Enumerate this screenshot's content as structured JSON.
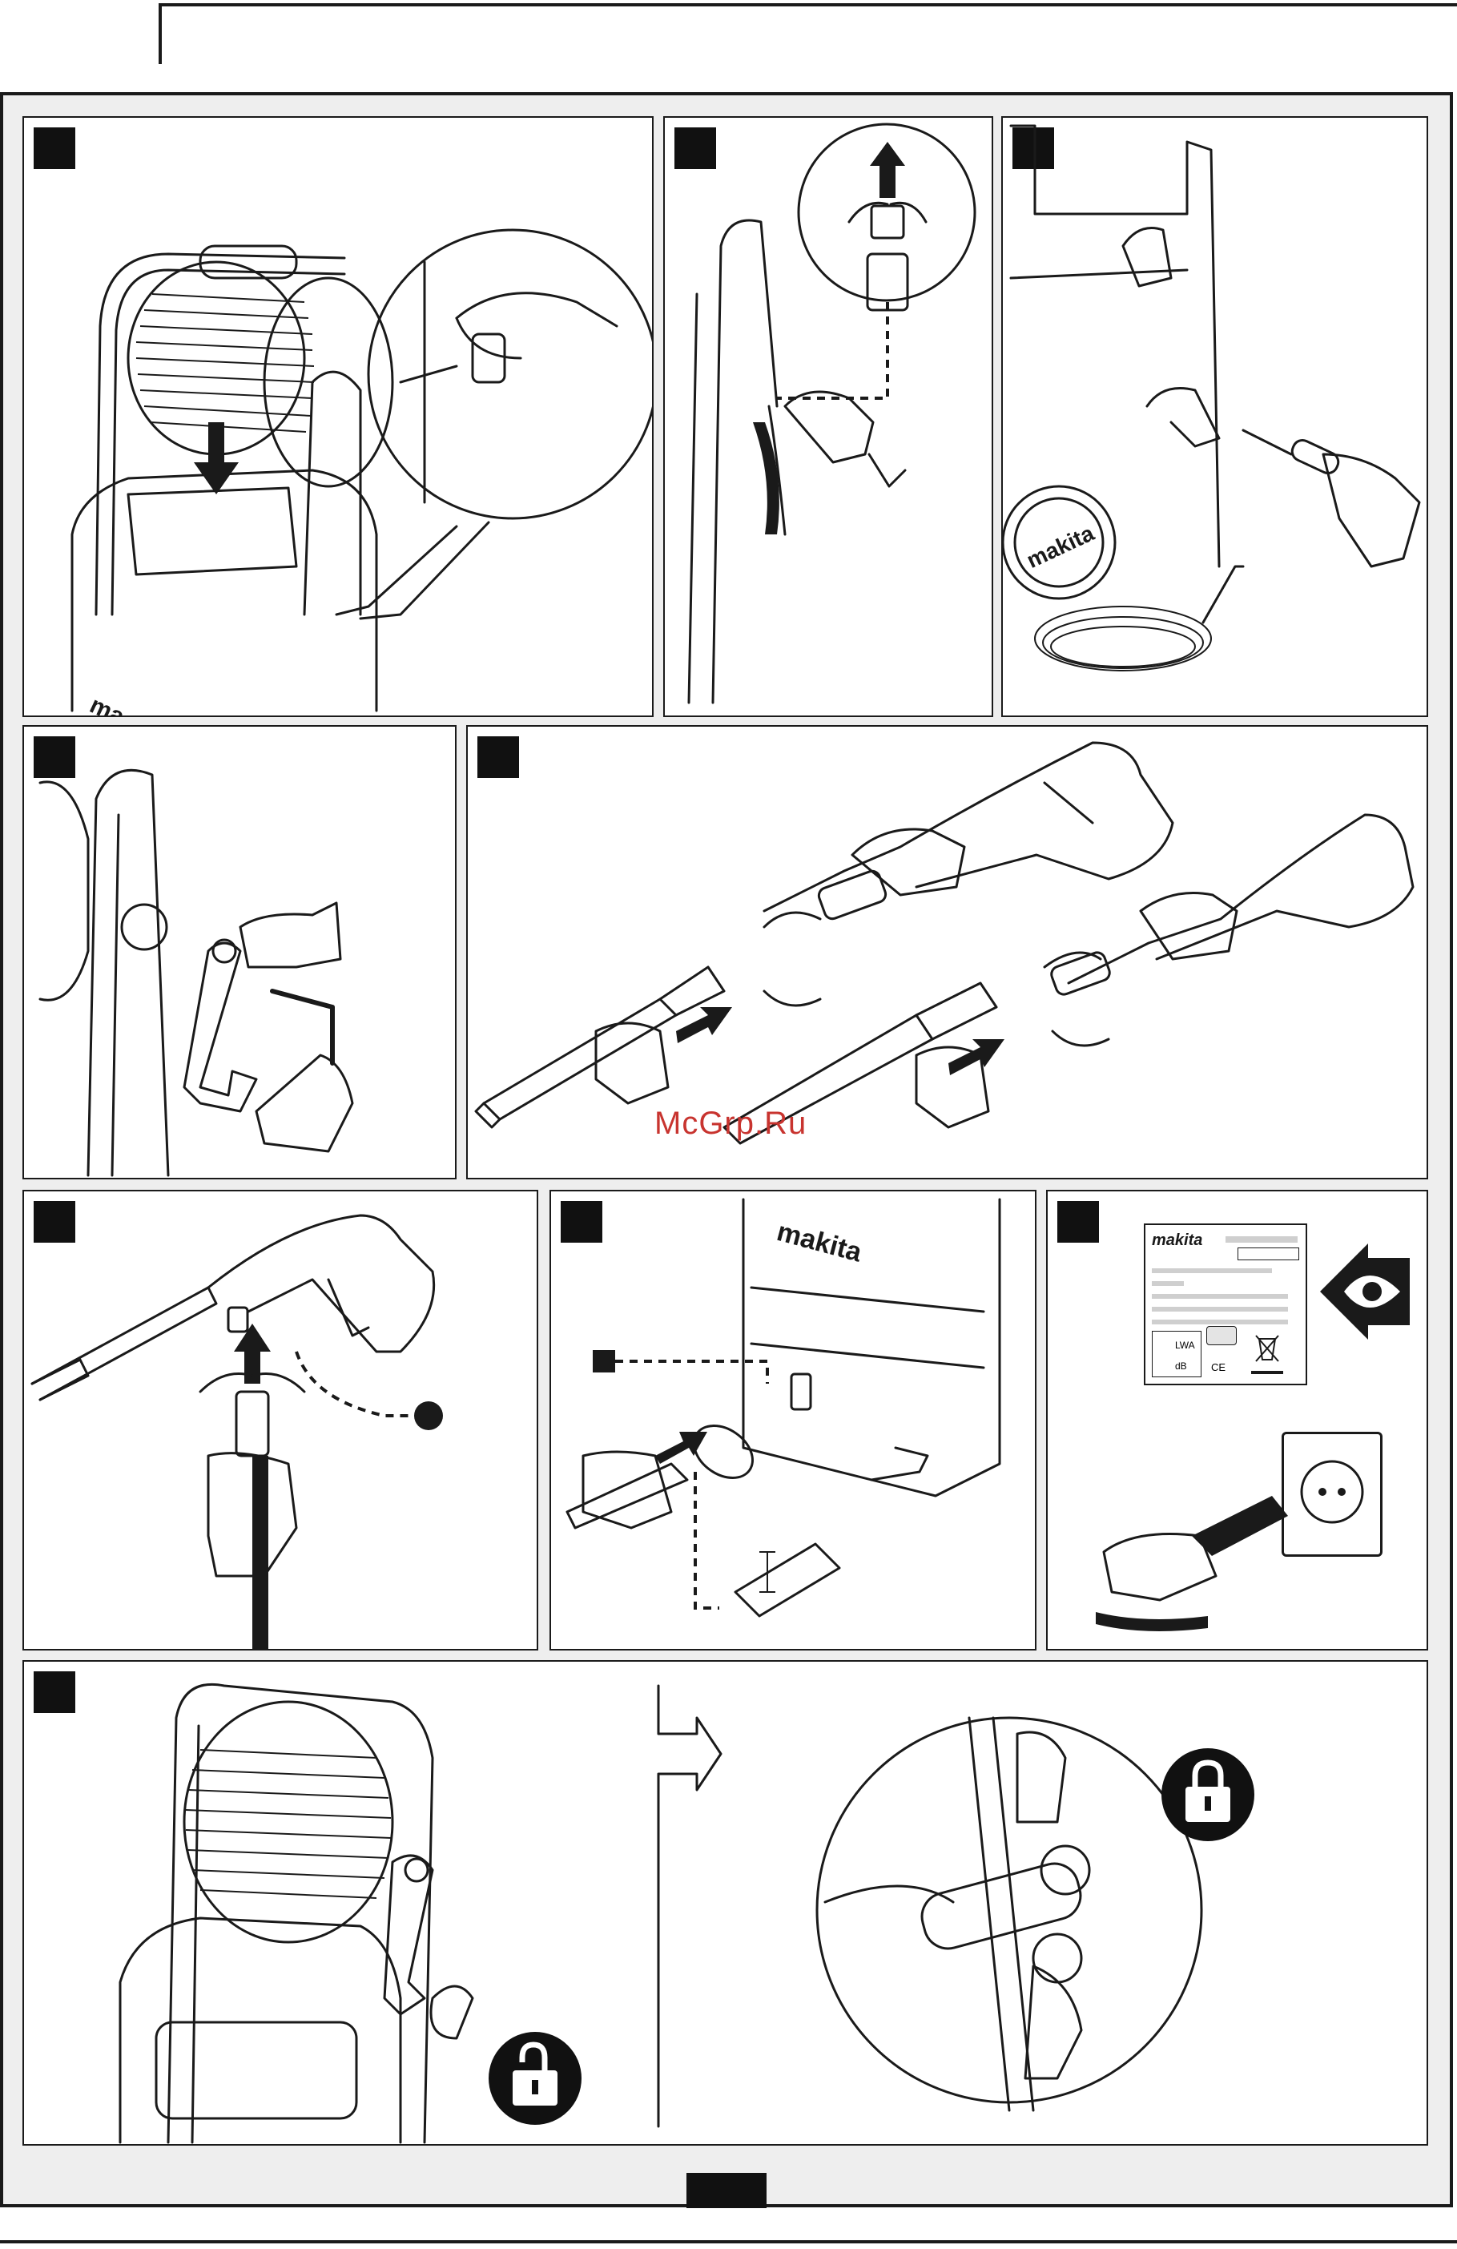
{
  "watermark": "McGrp.Ru",
  "brand": "makita",
  "label_plate": {
    "lwa": "LWA",
    "db": "dB",
    "ce": "CE"
  },
  "icons": [
    "lock-open-icon",
    "lock-closed-icon",
    "read-manual-eye-icon",
    "arrow-right-outline-icon",
    "disposal-bin-icon"
  ],
  "colors": {
    "ink": "#1a1a1a",
    "frame_bg": "#eeeeee",
    "watermark": "#c8342f"
  },
  "panels": [
    {
      "id": 1,
      "name": "panel-hose-reel-mount"
    },
    {
      "id": 2,
      "name": "panel-handle-lock-nut"
    },
    {
      "id": 3,
      "name": "panel-hook-screw"
    },
    {
      "id": 4,
      "name": "panel-crank-hex-key"
    },
    {
      "id": 5,
      "name": "panel-lance-connection"
    },
    {
      "id": 6,
      "name": "panel-gun-hose-connect"
    },
    {
      "id": 7,
      "name": "panel-water-inlet-connect"
    },
    {
      "id": 8,
      "name": "panel-label-and-plug"
    },
    {
      "id": 9,
      "name": "panel-reel-lock-unlock"
    }
  ]
}
